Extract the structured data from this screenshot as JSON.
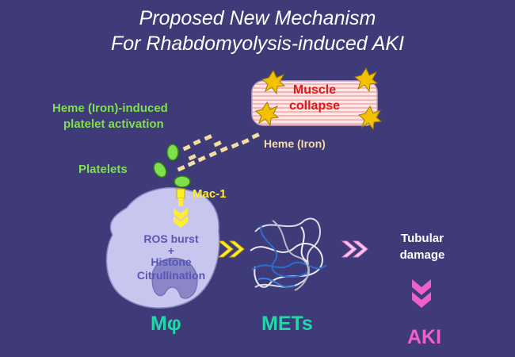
{
  "title": {
    "line1": "Proposed New Mechanism",
    "line2": "For Rhabdomyolysis-induced AKI"
  },
  "labels": {
    "muscle_line1": "Muscle",
    "muscle_line2": "collapse",
    "heme_iron": "Heme (Iron)",
    "platelet_activation_line1": "Heme (Iron)-induced",
    "platelet_activation_line2": "platelet activation",
    "platelets": "Platelets",
    "mac1": "Mac-1",
    "ros_burst": "ROS burst",
    "plus": "+",
    "histone": "Histone",
    "citrullination": "Citrullination",
    "macrophage": "Mφ",
    "mets": "METs",
    "tubular_line1": "Tubular",
    "tubular_line2": "damage",
    "aki": "AKI"
  },
  "colors": {
    "background": "#3f3b78",
    "title": "#ffffff",
    "green_label": "#7fe04a",
    "heme_label": "#f5dca0",
    "mac1_label": "#ffee30",
    "muscle_text": "#e01818",
    "cell_fill": "#c8c6ee",
    "cell_text": "#5a56b8",
    "teal_label": "#20d8a8",
    "pink": "#f060c8",
    "tubular_text": "#ffffff"
  }
}
